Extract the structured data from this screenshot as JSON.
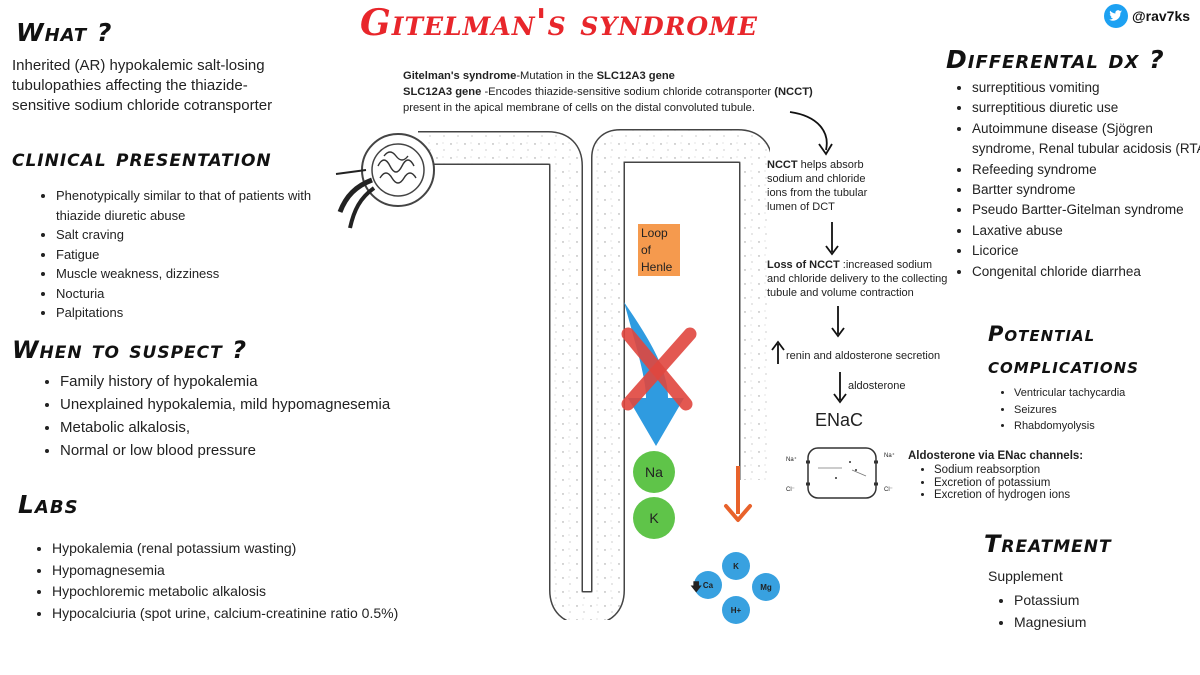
{
  "title": "Gitelman's syndrome",
  "twitter": "@rav7ks",
  "what": {
    "heading": "What ?",
    "text": "Inherited (AR)  hypokalemic salt-losing tubulopathies affecting the thiazide-sensitive sodium chloride cotransporter"
  },
  "clinical": {
    "heading": "clinical presentation",
    "items": [
      "Phenotypically similar to that of patients with thiazide diuretic abuse",
      "Salt craving",
      "Fatigue",
      "Muscle weakness, dizziness",
      "Nocturia",
      "Palpitations"
    ]
  },
  "suspect": {
    "heading": "When to suspect ?",
    "items": [
      "Family history of hypokalemia",
      "Unexplained hypokalemia, mild hypomagnesemia",
      "Metabolic alkalosis,",
      "Normal or low blood pressure"
    ]
  },
  "labs": {
    "heading": "Labs",
    "items": [
      "Hypokalemia (renal potassium wasting)",
      "Hypomagnesemia",
      "Hypochloremic metabolic alkalosis",
      "Hypocalciuria (spot urine, calcium-creatinine ratio 0.5%)"
    ]
  },
  "center": {
    "line1_bold": "Gitelman's syndrome",
    "line1_rest": "-Mutation in the ",
    "line1_bold2": "SLC12A3 gene",
    "line2_bold": "SLC12A3 gene",
    "line2_rest": " -Encodes thiazide-sensitive sodium chloride cotransporter ",
    "line2_bold2": "(NCCT)",
    "line3": "present in the apical membrane of cells on the distal convoluted tubule."
  },
  "ncct_helps": {
    "bold": "NCCT",
    "rest": " helps absorb sodium and chloride ions from the tubular lumen of DCT"
  },
  "loss_ncct": {
    "bold": "Loss of NCCT",
    "rest": " :increased sodium and chloride delivery to the collecting tubule and volume contraction"
  },
  "renin": "renin and aldosterone secretion",
  "aldosterone": "aldosterone",
  "enac": "ENaC",
  "enac_labels": {
    "na_left": "Na⁺",
    "cl_left": "Cl⁻",
    "na_right": "Na⁺",
    "cl_right": "Cl⁻"
  },
  "aldo_enac": {
    "heading": "Aldosterone via ENac channels:",
    "items": [
      "Sodium reabsorption",
      "Excretion of potassium",
      "Excretion of hydrogen ions"
    ]
  },
  "loop_label": [
    "Loop",
    "of",
    "Henle"
  ],
  "ions_green": [
    "Na",
    "K"
  ],
  "ions_blue": [
    "K",
    "Ca",
    "Mg",
    "H+"
  ],
  "differential": {
    "heading": "Differental dx ?",
    "items": [
      "surreptitious vomiting",
      "surreptitious diuretic use",
      "Autoimmune disease  (Sjögren syndrome, Renal tubular acidosis (RTA)",
      "Refeeding syndrome",
      "Bartter syndrome",
      "Pseudo Bartter-Gitelman syndrome",
      "Laxative abuse",
      "Licorice",
      "Congenital chloride diarrhea"
    ]
  },
  "complications": {
    "heading_line1": "Potential",
    "heading_line2": "complications",
    "items": [
      "Ventricular tachycardia",
      "Seizures",
      "Rhabdomyolysis"
    ]
  },
  "treatment": {
    "heading": "Treatment",
    "intro": "Supplement",
    "items": [
      "Potassium",
      "Magnesium"
    ]
  },
  "colors": {
    "title": "#e8262b",
    "blue": "#2f9be0",
    "orange": "#e8622b",
    "green": "#5fc449",
    "loop_box": "#f59a4e",
    "twitter": "#1da1f2"
  }
}
